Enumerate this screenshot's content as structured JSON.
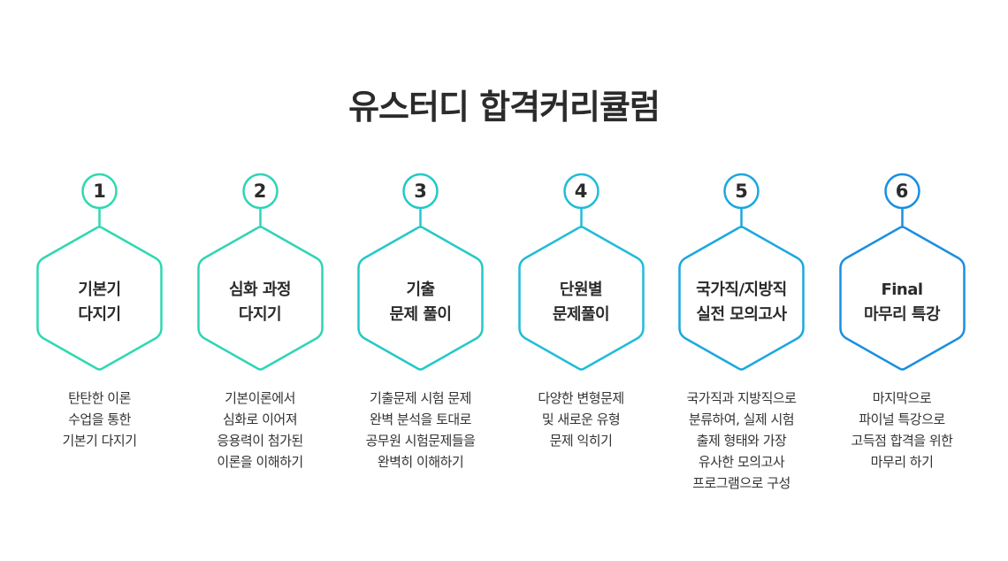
{
  "title": "유스터디 합격커리큘럼",
  "colors": {
    "step1": "#2ed8b0",
    "step2": "#2fd4b6",
    "step3": "#24c8c8",
    "step4": "#20bcd8",
    "step5": "#1aa8de",
    "step6": "#1a8fe0",
    "text": "#2b2b2b"
  },
  "steps": [
    {
      "number": "1",
      "label_lines": [
        "기본기",
        "다지기"
      ],
      "desc_lines": [
        "탄탄한 이론",
        "수업을 통한",
        "기본기 다지기"
      ]
    },
    {
      "number": "2",
      "label_lines": [
        "심화 과정",
        "다지기"
      ],
      "desc_lines": [
        "기본이론에서",
        "심화로 이어져",
        "응용력이 첨가된",
        "이론을 이해하기"
      ]
    },
    {
      "number": "3",
      "label_lines": [
        "기출",
        "문제 풀이"
      ],
      "desc_lines": [
        "기출문제 시험 문제",
        "완벽 분석을 토대로",
        "공무원 시험문제들을",
        "완벽히 이해하기"
      ]
    },
    {
      "number": "4",
      "label_lines": [
        "단원별",
        "문제풀이"
      ],
      "desc_lines": [
        "다양한 변형문제",
        "및 새로운 유형",
        "문제 익히기"
      ]
    },
    {
      "number": "5",
      "label_lines": [
        "국가직/지방직",
        "실전 모의고사"
      ],
      "desc_lines": [
        "국가직과 지방직으로",
        "분류하여, 실제 시험",
        "출제 형태와 가장",
        "유사한 모의고사",
        "프로그램으로 구성"
      ]
    },
    {
      "number": "6",
      "label_lines": [
        "Final",
        "마무리 특강"
      ],
      "desc_lines": [
        "마지막으로",
        "파이널 특강으로",
        "고득점 합격을 위한",
        "마무리 하기"
      ]
    }
  ]
}
